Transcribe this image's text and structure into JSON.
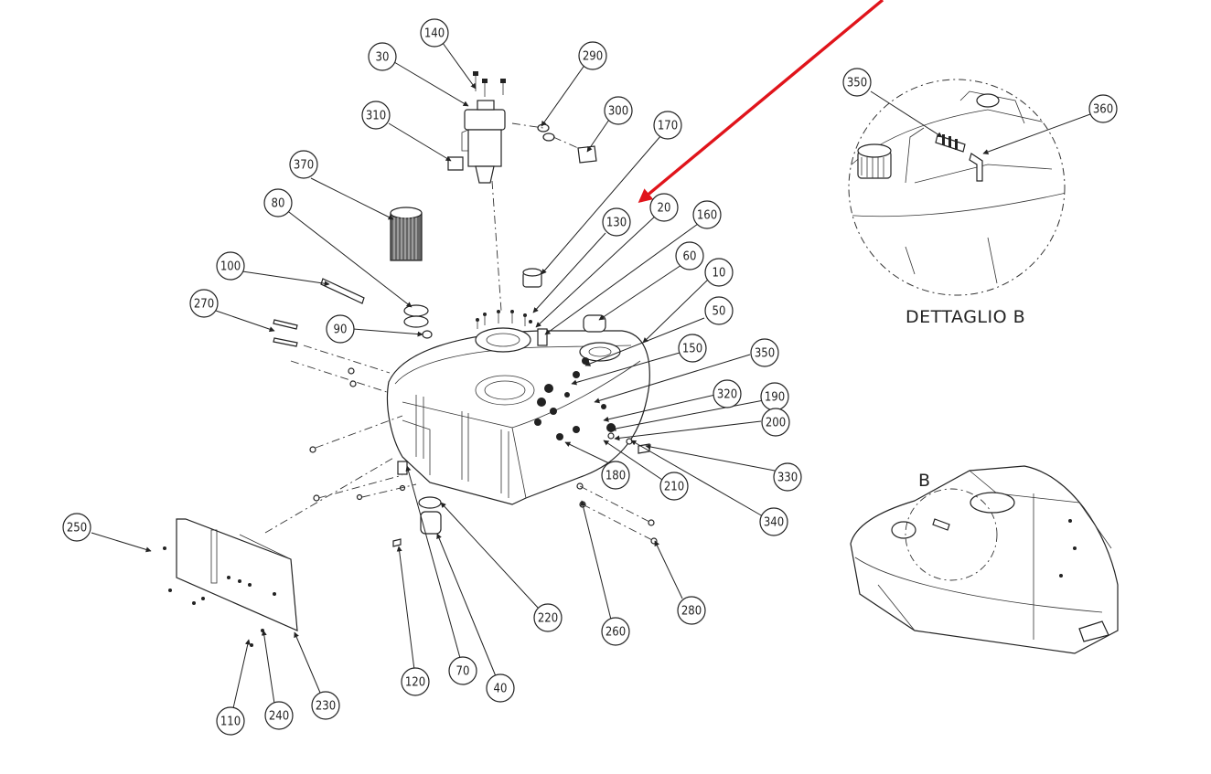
{
  "callouts": [
    "140",
    "30",
    "290",
    "310",
    "300",
    "170",
    "370",
    "80",
    "20",
    "130",
    "160",
    "100",
    "60",
    "10",
    "270",
    "90",
    "50",
    "150",
    "350",
    "320",
    "190",
    "200",
    "180",
    "210",
    "330",
    "340",
    "250",
    "220",
    "260",
    "280",
    "120",
    "70",
    "40",
    "230",
    "240",
    "110",
    "350",
    "360"
  ],
  "detail_caption": "DETTAGLIO B",
  "detail_marker": "B",
  "colors": {
    "line": "#222222",
    "arrow": "#e0141b",
    "background": "#ffffff"
  },
  "icons": {
    "annotation": "red-arrow-icon"
  }
}
